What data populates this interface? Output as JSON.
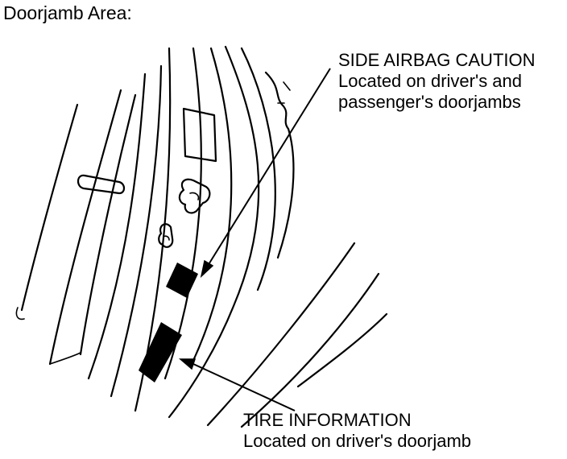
{
  "title": "Doorjamb Area:",
  "labels": {
    "airbag": {
      "heading": "SIDE AIRBAG CAUTION",
      "detail_line1": "Located on driver's and",
      "detail_line2": "passenger's doorjambs"
    },
    "tire": {
      "heading": "TIRE INFORMATION",
      "detail": "Located on driver's doorjamb"
    }
  },
  "colors": {
    "ink": "#000000",
    "paper": "#ffffff"
  }
}
